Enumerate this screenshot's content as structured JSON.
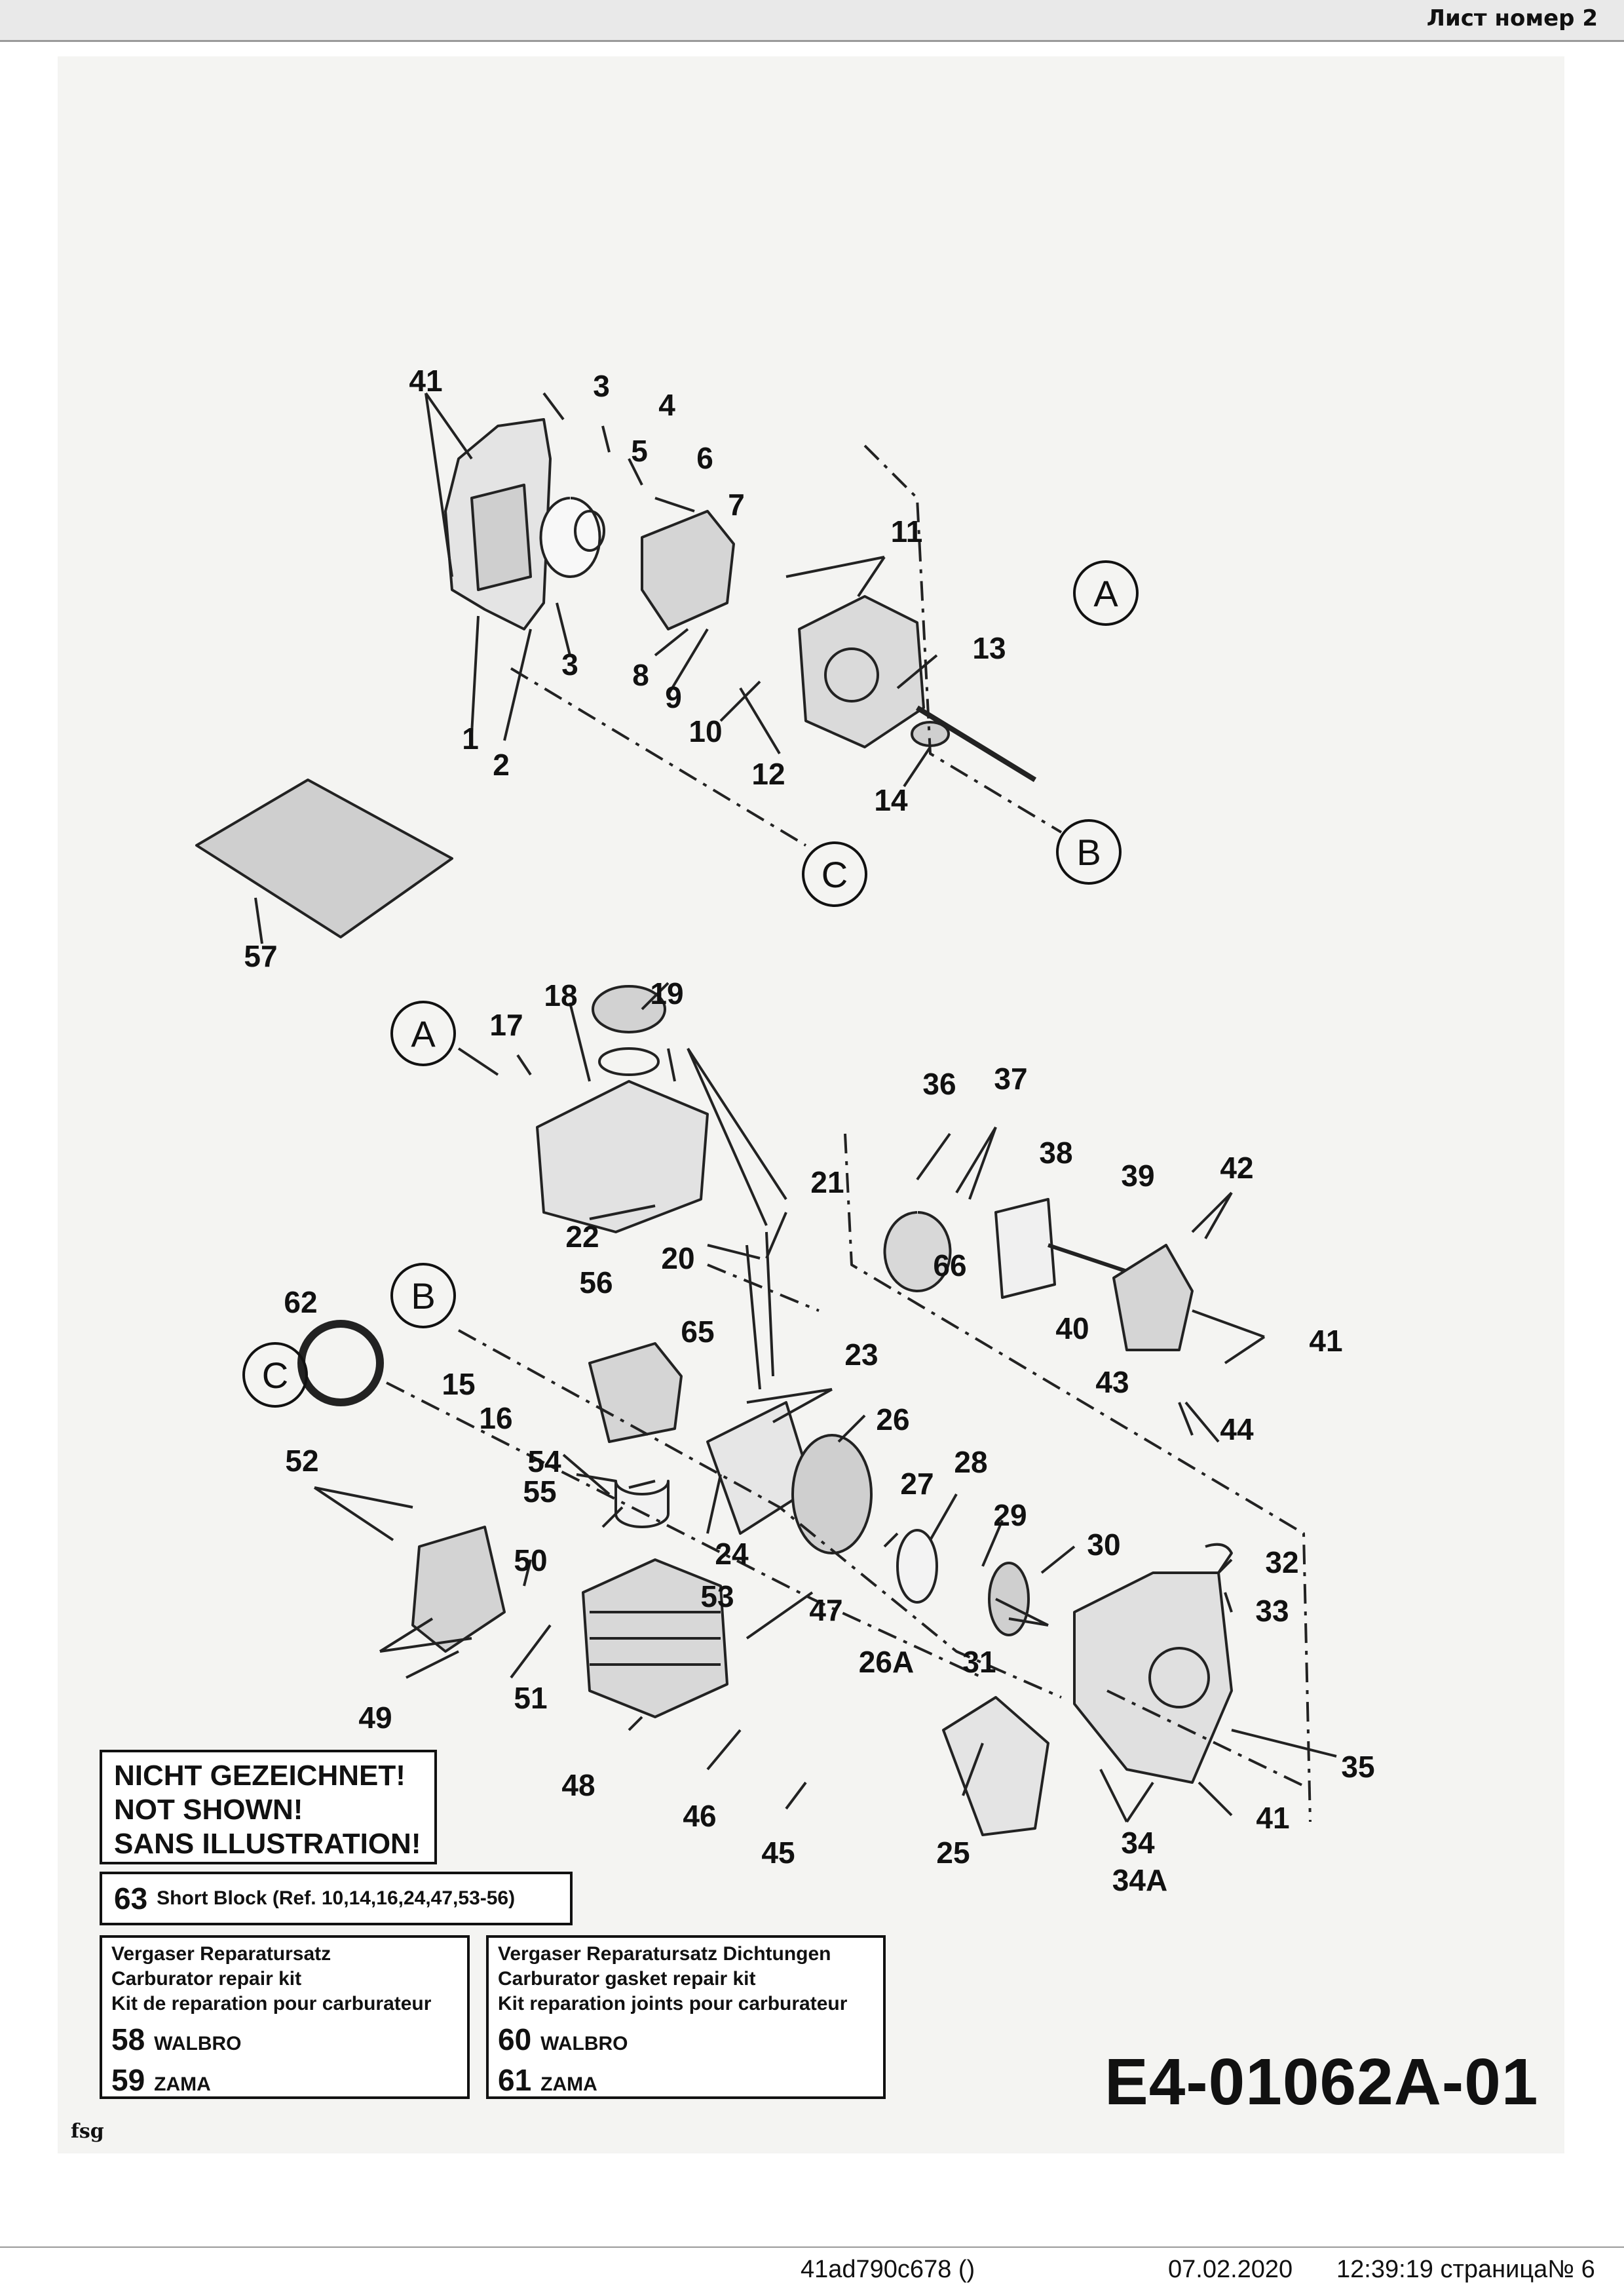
{
  "header": {
    "sheet_label": "Лист номер 2"
  },
  "callouts": [
    "41",
    "3",
    "4",
    "5",
    "6",
    "7",
    "11",
    "8",
    "9",
    "10",
    "12",
    "13",
    "14",
    "1",
    "2",
    "57",
    "18",
    "19",
    "17",
    "21",
    "22",
    "20",
    "36",
    "37",
    "38",
    "39",
    "42",
    "66",
    "40",
    "41",
    "43",
    "44",
    "62",
    "56",
    "65",
    "15",
    "16",
    "23",
    "26",
    "54",
    "55",
    "24",
    "27",
    "28",
    "29",
    "30",
    "32",
    "33",
    "52",
    "50",
    "53",
    "47",
    "26A",
    "31",
    "49",
    "51",
    "48",
    "46",
    "45",
    "25",
    "34",
    "34A",
    "41",
    "35",
    "3"
  ],
  "letters": [
    "A",
    "B",
    "C",
    "A",
    "B",
    "C"
  ],
  "not_shown": {
    "de": "NICHT GEZEICHNET!",
    "en": "NOT SHOWN!",
    "fr": "SANS ILLUSTRATION!"
  },
  "short_block": {
    "num": "63",
    "text": "Short Block (Ref. 10,14,16,24,47,53-56)"
  },
  "carb_kit": {
    "de": "Vergaser Reparatursatz",
    "en": "Carburator repair kit",
    "fr": "Kit de reparation pour carburateur",
    "items": [
      {
        "num": "58",
        "brand": "WALBRO"
      },
      {
        "num": "59",
        "brand": "ZAMA"
      }
    ]
  },
  "gasket_kit": {
    "de": "Vergaser Reparatursatz Dichtungen",
    "en": "Carburator gasket repair kit",
    "fr": "Kit reparation joints pour carburateur",
    "items": [
      {
        "num": "60",
        "brand": "WALBRO"
      },
      {
        "num": "61",
        "brand": "ZAMA"
      }
    ]
  },
  "diagram_code": "E4-01062A-01",
  "corner_mark": "fsg",
  "footer": {
    "doc_id": "41ad790c678  ()",
    "date": "07.02.2020",
    "time_page": "12:39:19 страница№ 6"
  }
}
